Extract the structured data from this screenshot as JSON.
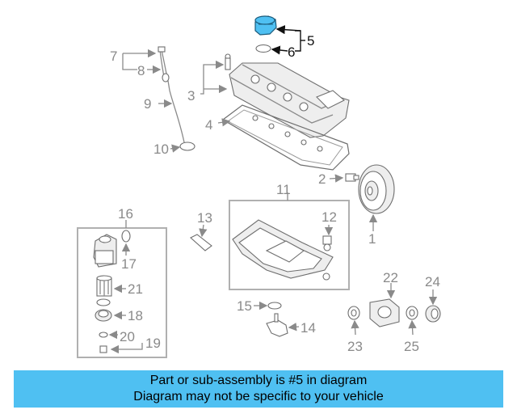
{
  "diagram": {
    "highlight_color": "#4fc0f2",
    "callouts": {
      "c1": "1",
      "c2": "2",
      "c3": "3",
      "c4": "4",
      "c5": "5",
      "c6": "6",
      "c7": "7",
      "c8": "8",
      "c9": "9",
      "c10": "10",
      "c11": "11",
      "c12": "12",
      "c13": "13",
      "c14": "14",
      "c15": "15",
      "c16": "16",
      "c17": "17",
      "c18": "18",
      "c19": "19",
      "c20": "20",
      "c21": "21",
      "c22": "22",
      "c23": "23",
      "c24": "24",
      "c25": "25"
    }
  },
  "banner": {
    "line1": "Part or sub-assembly is #5 in diagram",
    "line2": "Diagram may not be specific to your vehicle",
    "background": "#4fc0f2"
  }
}
